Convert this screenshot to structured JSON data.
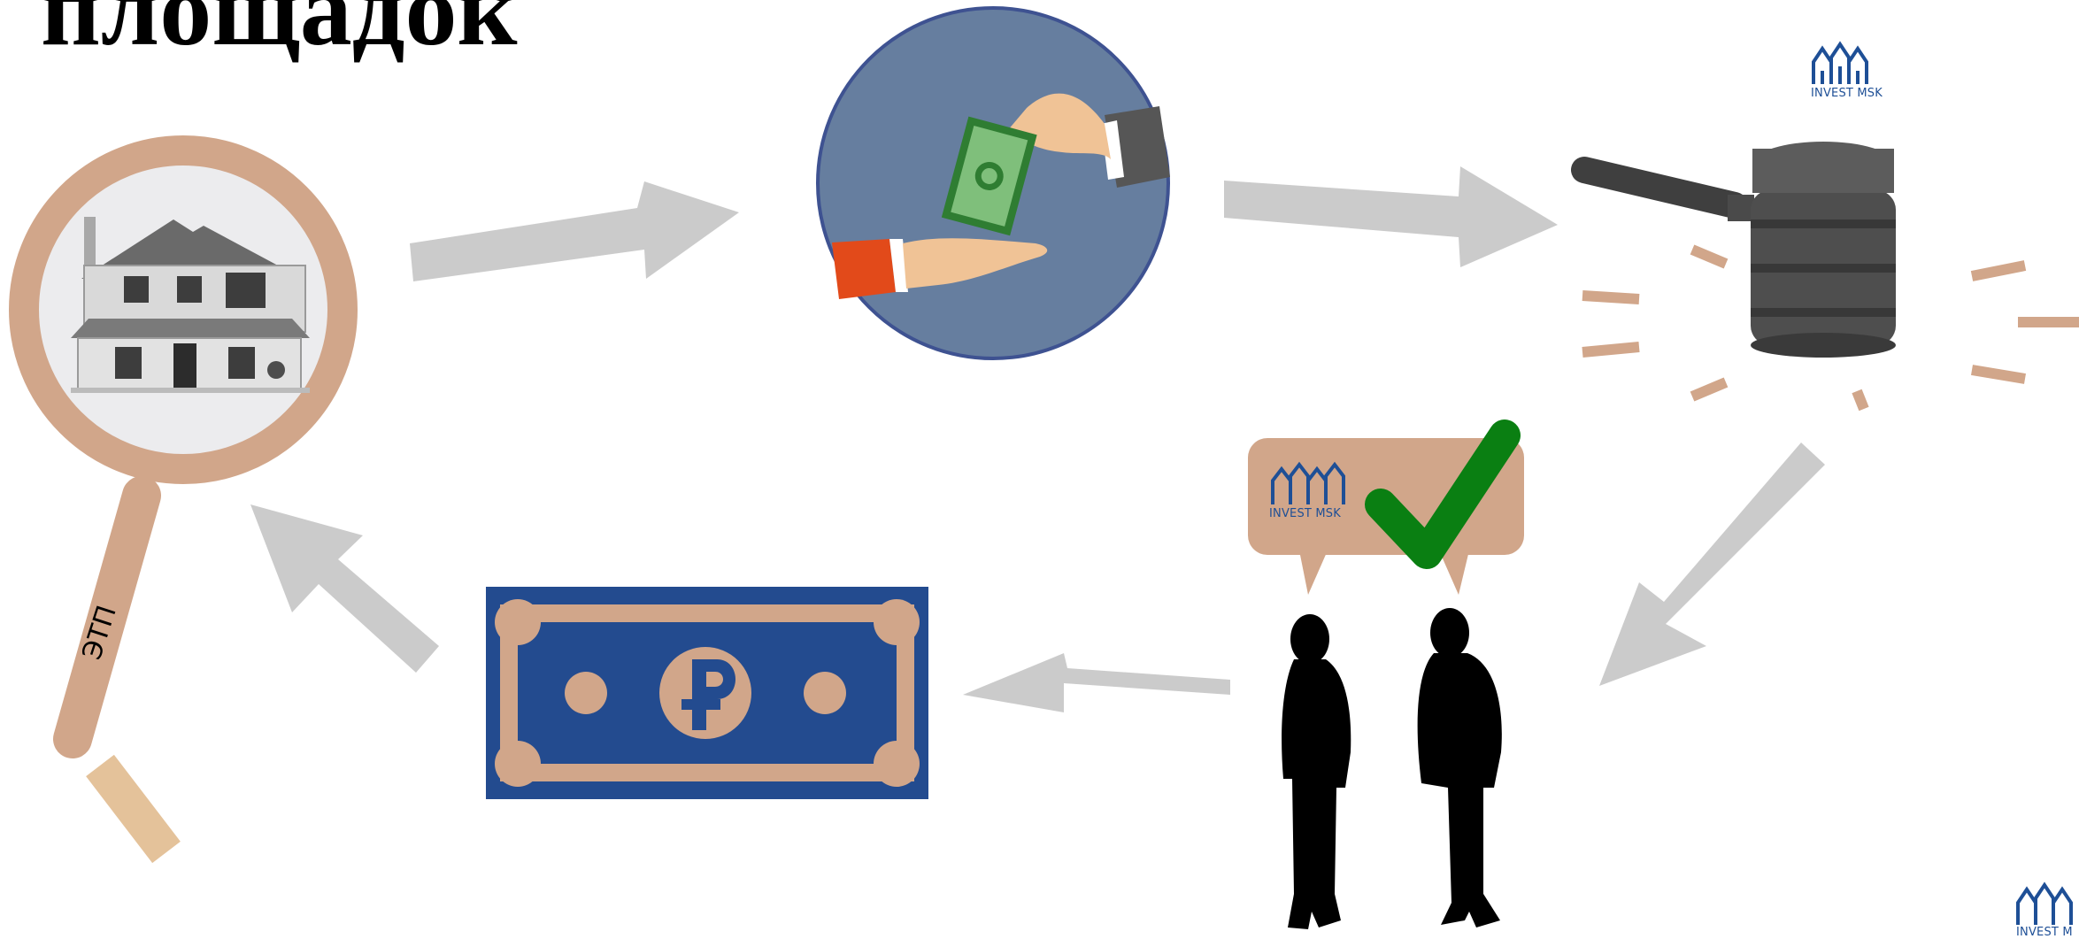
{
  "title": "площадок",
  "magnifier": {
    "label": "ЭТП"
  },
  "logos": {
    "text": "INVEST MSK",
    "corner_text": "INVEST M"
  },
  "colors": {
    "arrow": "#cbcbcb",
    "tan": "#d1a68a",
    "blue_circle": "#667e9f",
    "navy": "#234b8f",
    "check": "#0a7f12",
    "logo_blue": "#1e4f96",
    "gavel": "#4e4e4e"
  },
  "icons": [
    "magnifier-house-icon",
    "money-handover-icon",
    "gavel-icon",
    "ruble-banknote-icon",
    "businessmen-deal-icon",
    "check-mark-icon",
    "invest-msk-logo-icon"
  ]
}
